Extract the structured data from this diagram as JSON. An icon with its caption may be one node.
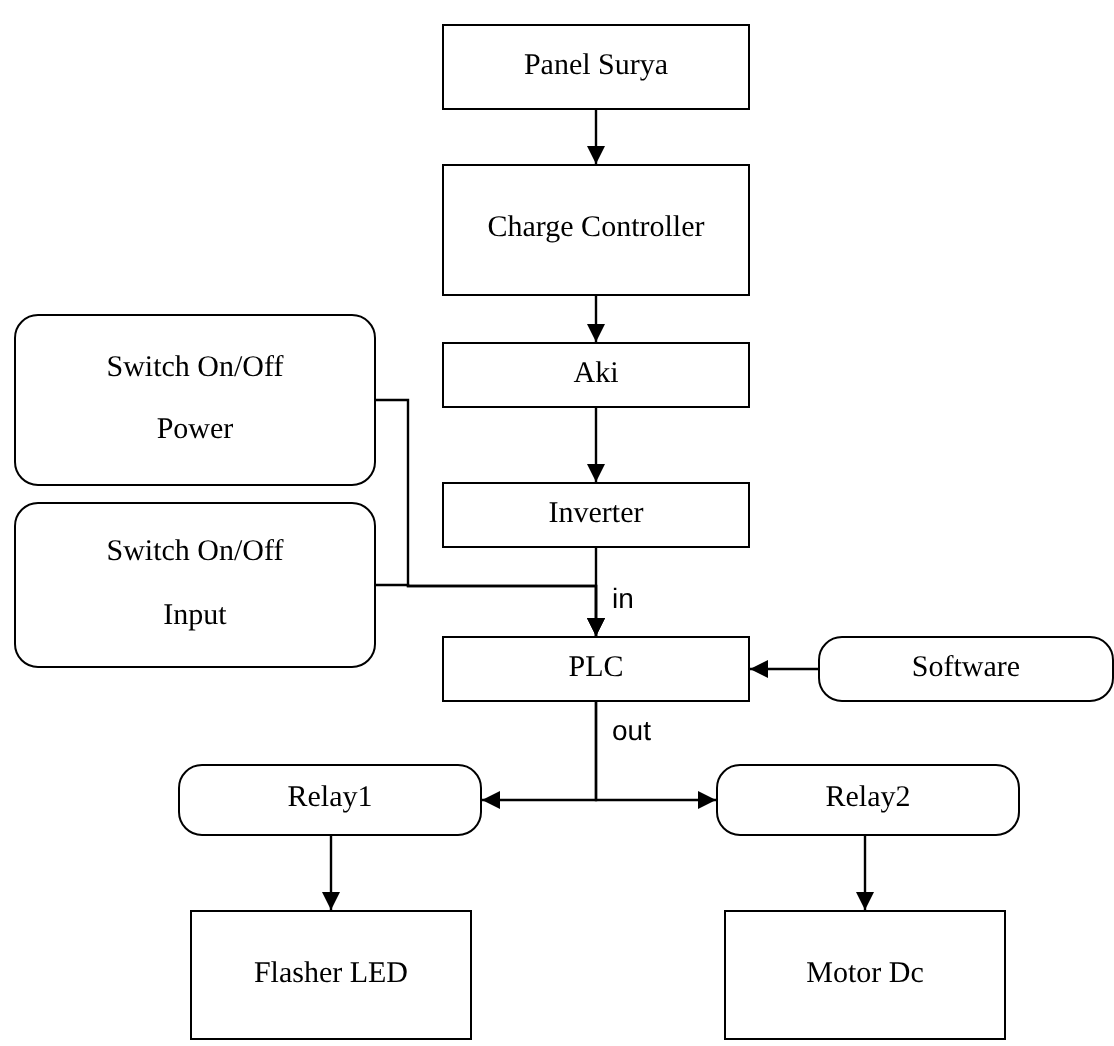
{
  "diagram": {
    "nodes": [
      {
        "text": [
          "Panel Surya"
        ]
      },
      {
        "text": [
          "Charge Controller"
        ]
      },
      {
        "text": [
          "Aki"
        ]
      },
      {
        "text": [
          "Inverter"
        ]
      },
      {
        "text": [
          "Switch On/Off Power"
        ]
      },
      {
        "text": [
          "Switch On/Off Input"
        ]
      },
      {
        "text": [
          "PLC"
        ]
      },
      {
        "text": [
          "Software"
        ]
      },
      {
        "text": [
          "Relay1"
        ]
      },
      {
        "text": [
          "Relay2"
        ]
      },
      {
        "text": [
          "Flasher LED"
        ]
      },
      {
        "text": [
          "Motor Dc"
        ]
      }
    ],
    "edges": [
      {
        "from": 0,
        "to": 1,
        "arrow": "to"
      },
      {
        "from": 1,
        "to": 2,
        "arrow": "to"
      },
      {
        "from": 2,
        "to": 3,
        "arrow": "to"
      },
      {
        "from": 3,
        "to": 6,
        "arrow": "to"
      },
      {
        "from": 4,
        "to": 6,
        "arrow": "to"
      },
      {
        "from": 5,
        "to": 6,
        "arrow": "to"
      },
      {
        "from": 7,
        "to": 6,
        "arrow": "to"
      },
      {
        "from": 6,
        "to": 8,
        "arrow": "to"
      },
      {
        "from": 6,
        "to": 9,
        "arrow": "to"
      },
      {
        "from": 8,
        "to": 10,
        "arrow": "to"
      },
      {
        "from": 9,
        "to": 11,
        "arrow": "to"
      }
    ],
    "labels": [
      "in",
      "out"
    ]
  }
}
